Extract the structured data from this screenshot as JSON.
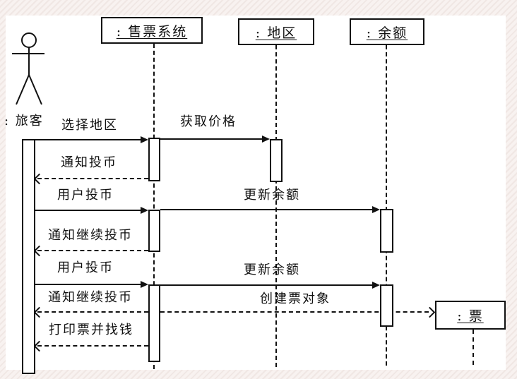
{
  "diagram": {
    "kind": "uml-sequence-diagram",
    "actor": {
      "label": ": 旅客"
    },
    "objects": [
      {
        "id": "ticket-system",
        "label": ": 售票系统"
      },
      {
        "id": "region",
        "label": ": 地区"
      },
      {
        "id": "balance",
        "label": ": 余额"
      },
      {
        "id": "ticket",
        "label": ": 票"
      }
    ],
    "messages": [
      {
        "label": "选择地区",
        "from": "旅客",
        "to": "售票系统",
        "type": "call"
      },
      {
        "label": "获取价格",
        "from": "售票系统",
        "to": "地区",
        "type": "call"
      },
      {
        "label": "通知投币",
        "from": "售票系统",
        "to": "旅客",
        "type": "return"
      },
      {
        "label": "用户投币",
        "from": "旅客",
        "to": "售票系统",
        "type": "call"
      },
      {
        "label": "更新余额",
        "from": "售票系统",
        "to": "余额",
        "type": "call"
      },
      {
        "label": "通知继续投币",
        "from": "售票系统",
        "to": "旅客",
        "type": "return"
      },
      {
        "label": "用户投币",
        "from": "旅客",
        "to": "售票系统",
        "type": "call"
      },
      {
        "label": "更新余额",
        "from": "售票系统",
        "to": "余额",
        "type": "call"
      },
      {
        "label": "通知继续投币",
        "from": "售票系统",
        "to": "旅客",
        "type": "return"
      },
      {
        "label": "创建票对象",
        "from": "售票系统",
        "to": "票",
        "type": "create"
      },
      {
        "label": "打印票并找钱",
        "from": "售票系统",
        "to": "旅客",
        "type": "return"
      }
    ],
    "colors": {
      "line": "#111111",
      "paper": "#ffffff",
      "border_pattern": "#f0e7e4"
    }
  }
}
